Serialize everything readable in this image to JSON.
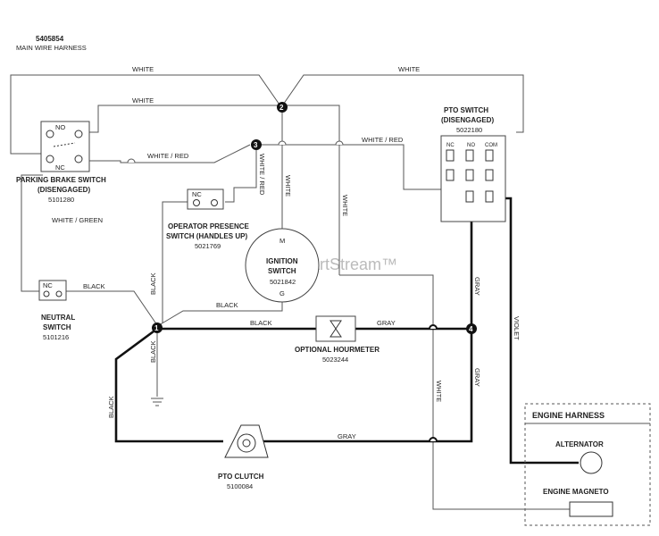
{
  "harness": {
    "part_number": "5405854",
    "name": "MAIN WIRE HARNESS"
  },
  "watermark": "PartStream™",
  "components": {
    "parking_brake": {
      "title1": "PARKING BRAKE SWITCH",
      "title2": "(DISENGAGED)",
      "part": "5101280",
      "no": "NO",
      "nc": "NC"
    },
    "operator_presence": {
      "title1": "OPERATOR PRESENCE",
      "title2": "SWITCH (HANDLES UP)",
      "part": "5021769",
      "nc": "NC"
    },
    "neutral": {
      "title1": "NEUTRAL",
      "title2": "SWITCH",
      "part": "5101216",
      "nc": "NC"
    },
    "ignition": {
      "title1": "IGNITION",
      "title2": "SWITCH",
      "part": "5021842",
      "m": "M",
      "g": "G"
    },
    "pto_switch": {
      "title1": "PTO SWITCH",
      "title2": "(DISENGAGED)",
      "part": "5022180",
      "nc": "NC",
      "no": "NO",
      "com": "COM"
    },
    "hourmeter": {
      "title": "OPTIONAL HOURMETER",
      "part": "5023244"
    },
    "pto_clutch": {
      "title": "PTO CLUTCH",
      "part": "5100084"
    },
    "engine_harness": {
      "title": "ENGINE HARNESS",
      "alternator": "ALTERNATOR",
      "magneto": "ENGINE MAGNETO"
    }
  },
  "nodes": [
    "1",
    "2",
    "3",
    "4"
  ],
  "wires": {
    "white_top": "WHITE",
    "white_top_right": "WHITE",
    "white_second": "WHITE",
    "white_red_pb": "WHITE / RED",
    "white_red_pto": "WHITE / RED",
    "white_red_vert": "WHITE / RED",
    "white_vert_ign": "WHITE",
    "white_vert_right": "WHITE",
    "white_green": "WHITE / GREEN",
    "black_neutral": "BLACK",
    "black_vert": "BLACK",
    "black_ign": "BLACK",
    "black_hour": "BLACK",
    "black_ground": "BLACK",
    "black_left": "BLACK",
    "gray_hour": "GRAY",
    "gray_pto_up": "GRAY",
    "gray_pto_down": "GRAY",
    "gray_clutch": "GRAY",
    "white_low": "WHITE",
    "violet": "VIOLET"
  }
}
